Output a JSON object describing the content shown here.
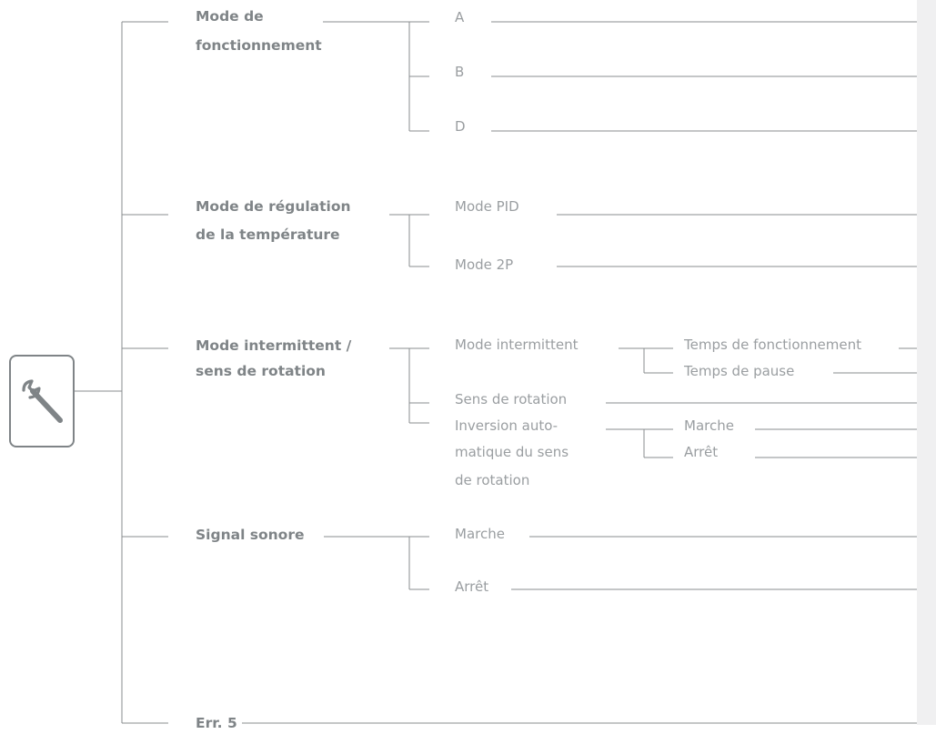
{
  "colors": {
    "line": "#888c8f",
    "level1_text": "#7f8487",
    "level2_text": "#9a9ea1",
    "side_panel": "#f0f0f1"
  },
  "root": {
    "icon": "wrench-icon"
  },
  "tree": {
    "operating_mode": {
      "label_line1": "Mode de",
      "label_line2": "fonctionnement",
      "options": [
        "A",
        "B",
        "D"
      ]
    },
    "temp_control": {
      "label_line1": "Mode de régulation",
      "label_line2": "de la température",
      "options": [
        "Mode PID",
        "Mode 2P"
      ]
    },
    "intermittent": {
      "label_line1": "Mode intermittent /",
      "label_line2": "sens de rotation",
      "intermittent_mode": {
        "label": "Mode intermittent",
        "children": [
          "Temps de fonctionnement",
          "Temps de pause"
        ]
      },
      "rotation_direction": "Sens de rotation",
      "auto_inversion": {
        "label_lines": [
          "Inversion auto-",
          "matique du sens",
          "de rotation"
        ],
        "children": [
          "Marche",
          "Arrêt"
        ]
      }
    },
    "beep": {
      "label": "Signal sonore",
      "options": [
        "Marche",
        "Arrêt"
      ]
    },
    "error": {
      "label": "Err. 5"
    }
  }
}
